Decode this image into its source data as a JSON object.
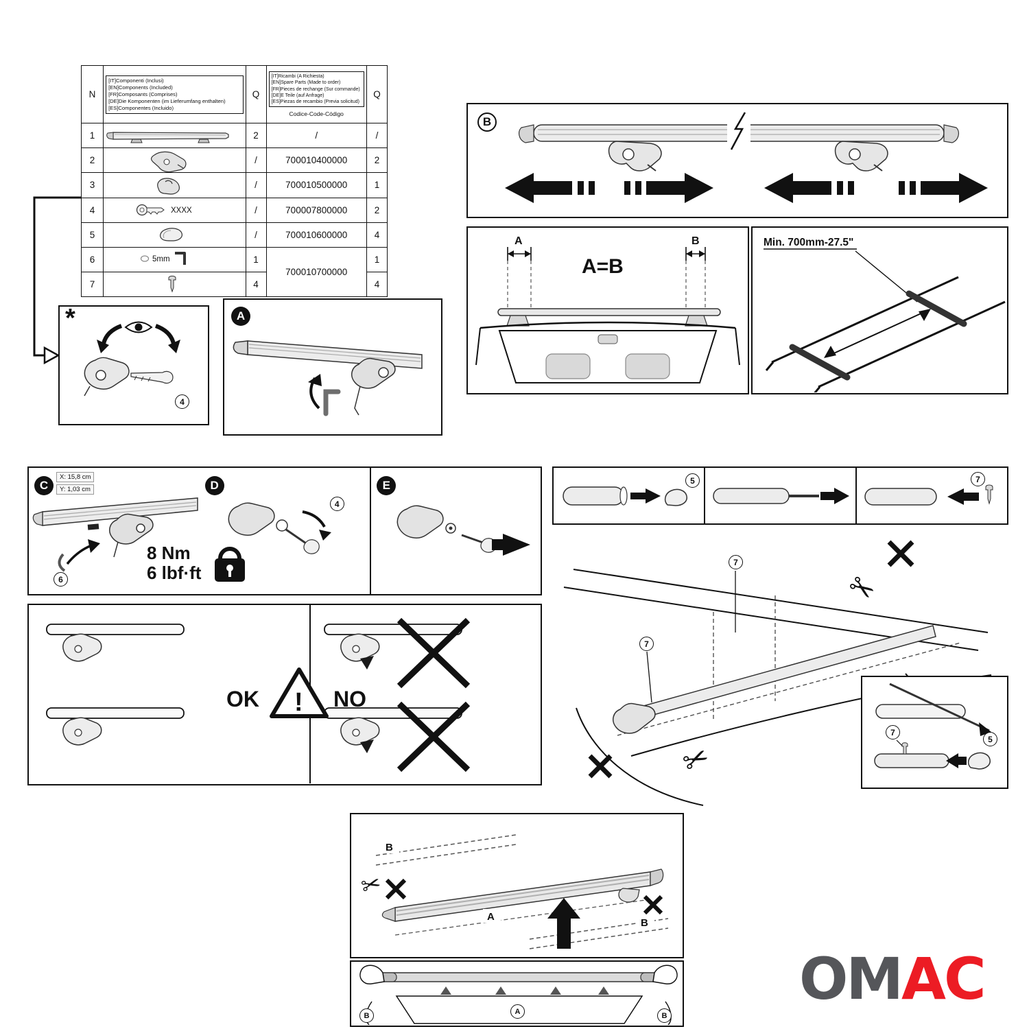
{
  "table": {
    "n_header": "N",
    "q_header": "Q",
    "code_label": "Codice-Code-Código",
    "included_lines": [
      "[IT]Componenti (Inclusi)",
      "[EN]Components (Included)",
      "[FR]Composants (Comprises)",
      "[DE]Die Komponenten (im Lieferumfang enthalten)",
      "[ES]Componentes (Incluido)"
    ],
    "spare_lines": [
      "[IT]Ricambi (A Richiesta)",
      "[EN]Spare Parts (Made to order)",
      "[FR]Pieces de rechange (Sur commande)",
      "[DE]E Teile (auf Anfrage)",
      "[ES]Piezas de recambio (Previa solicitud)"
    ],
    "rows": [
      {
        "n": "1",
        "part": "cross-bar",
        "q_inc": "2",
        "code": "/",
        "q_sp": "/"
      },
      {
        "n": "2",
        "part": "clamp-bracket",
        "q_inc": "/",
        "code": "700010400000",
        "q_sp": "2"
      },
      {
        "n": "3",
        "part": "lock-cover",
        "q_inc": "/",
        "code": "700010500000",
        "q_sp": "1"
      },
      {
        "n": "4",
        "part": "key",
        "key_label": "XXXX",
        "q_inc": "/",
        "code": "700007800000",
        "q_sp": "2"
      },
      {
        "n": "5",
        "part": "end-cap",
        "q_inc": "/",
        "code": "700010600000",
        "q_sp": "4"
      },
      {
        "n": "6",
        "part": "allen-key",
        "allen_label": "5mm",
        "q_inc": "1",
        "code": "700010700000",
        "q_sp": "1"
      },
      {
        "n": "7",
        "part": "t-bolt",
        "q_inc": "4",
        "q_sp": "4"
      }
    ]
  },
  "badges": {
    "star": "*",
    "a": "A",
    "b": "B",
    "c": "C",
    "d": "D",
    "e": "E"
  },
  "refs": {
    "n4": "4",
    "n5": "5",
    "n6": "6",
    "n7": "7"
  },
  "dim": {
    "a": "A",
    "b": "B",
    "equation": "A=B"
  },
  "min_label": "Min. 700mm-27.5\"",
  "c_panel": {
    "x_dim": "X: 15,8 cm",
    "y_dim": "Y: 1,03 cm",
    "torque_nm": "8 Nm",
    "torque_lbf": "6 lbf·ft"
  },
  "okno": {
    "ok": "OK",
    "warn": "!",
    "no": "NO"
  },
  "assembly": {
    "a": "A",
    "b": "B"
  },
  "rear": {
    "a": "A",
    "b": "B"
  },
  "icons": {
    "scissors": "✂"
  },
  "logo": {
    "left": "OM",
    "right": "AC",
    "left_color": "#55565A",
    "right_color": "#EC1C24"
  }
}
